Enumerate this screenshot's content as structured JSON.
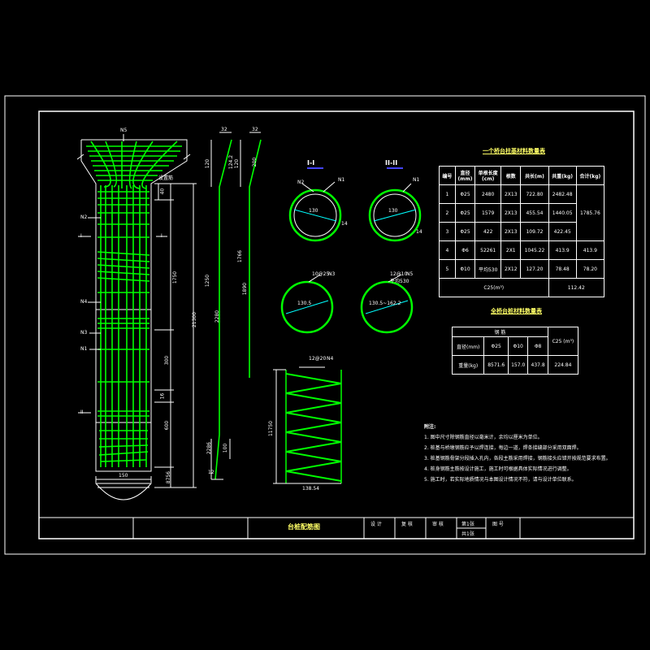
{
  "colors": {
    "background": "#000000",
    "frame": "#ffffff",
    "rebar": "#00ff00",
    "dims": "#ffffff",
    "section": "#00ff00",
    "title_text": "#ffff66",
    "cut_line": "#4444ff"
  },
  "drawing": {
    "title": "台桩配筋图",
    "marks": {
      "n5": "N5",
      "n2": "N2",
      "n4": "N4",
      "n3": "N3",
      "n1": "N1",
      "i_left": "I",
      "i_right": "I",
      "ii_left": "II",
      "top_label": "设置筋"
    },
    "dims_left": {
      "d40": "40",
      "d1750": "1750",
      "total": "21300",
      "d300": "300",
      "d16": "16",
      "d600": "600",
      "d8756": "8756",
      "d150": "150"
    },
    "bars": {
      "b32a": "32",
      "b32b": "32",
      "b120a": "120",
      "b124": "124.2",
      "b120b": "120",
      "b200": "200",
      "b1766": "1766",
      "b2280": "2280",
      "b1250": "1250",
      "b1890": "1890",
      "b12": "12",
      "b100": "100",
      "b2286": "2286"
    },
    "sections": {
      "sec1_label": "I-I",
      "sec2_label": "II-II",
      "n2": "N2",
      "n1a": "N1",
      "n1b": "N1",
      "d130a": "130",
      "d130b": "130",
      "d14a": "14",
      "d14b": "14",
      "n3": "N3",
      "n5": "N5",
      "spiral_a": "130.5",
      "spiral_b": "130.5~162.2",
      "ring_top_a": "10@25",
      "ring_top_b": "12@10",
      "ring_top_c": "平均530"
    },
    "spiral": {
      "label": "N4",
      "sub": "12@20",
      "height": "11750",
      "width": "138.54"
    }
  },
  "table1": {
    "title": "一个桥台柱基材料数量表",
    "headers": [
      "编号",
      "直径(mm)",
      "单根长度(cm)",
      "根数",
      "共长(m)",
      "共重(kg)",
      "合计(kg)"
    ],
    "rows": [
      [
        "1",
        "Φ25",
        "2480",
        "2X13",
        "722.80",
        "2482.48",
        "1785.76"
      ],
      [
        "2",
        "Φ25",
        "1579",
        "2X13",
        "455.54",
        "1440.05",
        ""
      ],
      [
        "3",
        "Φ25",
        "422",
        "2X13",
        "109.72",
        "422.45",
        ""
      ],
      [
        "4",
        "Φ6",
        "52261",
        "2X1",
        "1045.22",
        "413.9",
        "413.9"
      ],
      [
        "5",
        "Φ10",
        "平均530",
        "2X12",
        "127.20",
        "78.48",
        "78.20"
      ]
    ],
    "footer_label": "C25(m³)",
    "footer_value": "112.42"
  },
  "table2": {
    "title": "全桥台桩材料数量表",
    "header_group": "钢 筋",
    "header_c25": "C25 (m³)",
    "col_heads": [
      "直径(mm)",
      "Φ25",
      "Φ10",
      "Φ8"
    ],
    "weight_row": [
      "重量(kg)",
      "8571.6",
      "157.0",
      "437.8",
      "224.84"
    ]
  },
  "notes": {
    "title": "附注:",
    "lines": [
      "1. 图中尺寸除钢筋直径以毫米计，余均以厘米为单位。",
      "2. 桩基与桥墩钢筋应予以焊连接，每边一道，焊条接缝部分采用双面焊。",
      "3. 桩基钢筋骨架分段插入孔内，各段主筋采用焊接，钢筋接头应错开按规范要求布置。",
      "4. 桩身钢筋主筋按设计施工，施工时可根据具体实际情况进行调整。",
      "5. 施工时，若实际地质情况与本图设计情况不符，请与设计单位联系。"
    ]
  },
  "title_block": {
    "drawing_name": "台桩配筋图",
    "design": "设 计",
    "check": "复 核",
    "review": "审 核",
    "sheet": "第1张",
    "total": "共1张",
    "fig_no": "图 号"
  }
}
